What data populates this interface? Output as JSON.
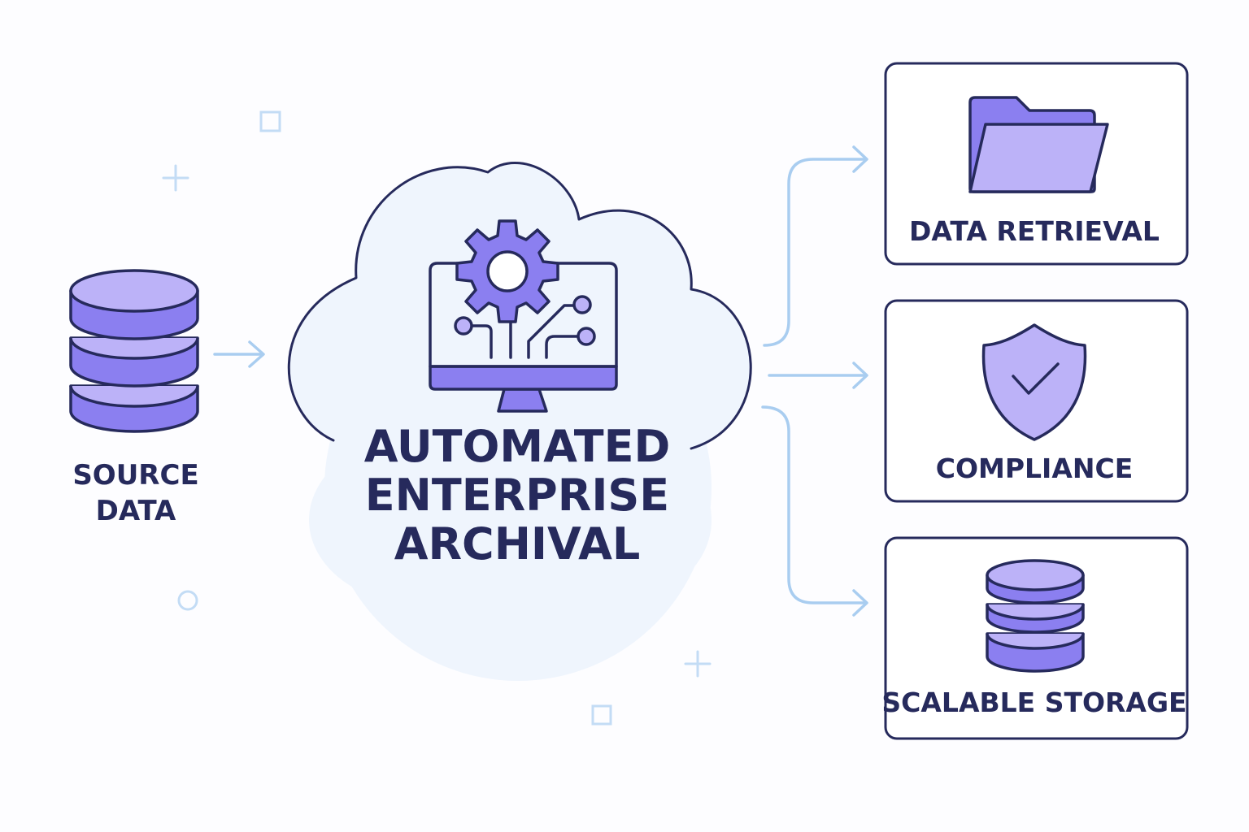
{
  "source": {
    "label_line1": "SOURCE",
    "label_line2": "DATA",
    "icon": "database-icon"
  },
  "center": {
    "title_line1": "AUTOMATED",
    "title_line2": "ENTERPRISE",
    "title_line3": "ARCHIVAL",
    "icon": "monitor-gear-circuit-icon"
  },
  "outputs": [
    {
      "label": "DATA RETRIEVAL",
      "icon": "folder-icon"
    },
    {
      "label": "COMPLIANCE",
      "icon": "shield-check-icon"
    },
    {
      "label": "SCALABLE STORAGE",
      "icon": "database-icon"
    }
  ],
  "colors": {
    "outline": "#262a5c",
    "purple": "#8b7ff0",
    "purple_light": "#bcb2f8",
    "arrow": "#a9cdf0",
    "cloud_fill": "#eff5fd",
    "decor": "#c3dcf5"
  }
}
